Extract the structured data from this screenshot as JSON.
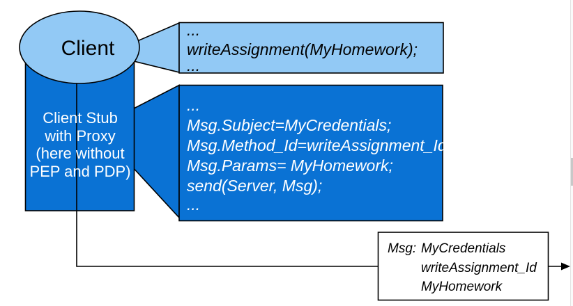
{
  "colors": {
    "light_blue": "#92C9F5",
    "dark_blue": "#0A72D4",
    "stroke": "#000000",
    "scroll_track": "#fafafa",
    "scroll_thumb": "#c8c8c8"
  },
  "client": {
    "label": "Client"
  },
  "client_stub": {
    "lines": [
      "Client Stub",
      "with Proxy",
      "(here without",
      "PEP and PDP)"
    ]
  },
  "call_code": {
    "lines": [
      "...",
      "writeAssignment(MyHomework);",
      "..."
    ]
  },
  "stub_code": {
    "lines": [
      "...",
      "Msg.Subject=MyCredentials;",
      "Msg.Method_Id=writeAssignment_Id;",
      "Msg.Params= MyHomework;",
      "send(Server, Msg);",
      "..."
    ]
  },
  "message": {
    "label": "Msg:",
    "fields": [
      "MyCredentials",
      "writeAssignment_Id",
      "MyHomework"
    ]
  }
}
